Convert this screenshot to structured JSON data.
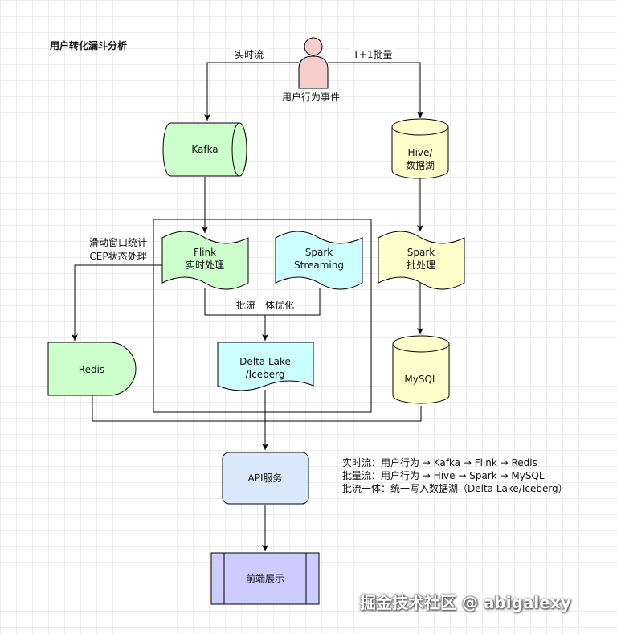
{
  "title": "用户转化漏斗分析",
  "nodes": {
    "user_event": "用户行为事件",
    "kafka": "Kafka",
    "hive_line1": "Hive/",
    "hive_line2": "数据湖",
    "flink_line1": "Flink",
    "flink_line2": "实时处理",
    "spark_streaming_line1": "Spark",
    "spark_streaming_line2": "Streaming",
    "spark_batch_line1": "Spark",
    "spark_batch_line2": "批处理",
    "delta_line1": "Delta Lake",
    "delta_line2": "/Iceberg",
    "redis": "Redis",
    "mysql": "MySQL",
    "api": "API服务",
    "frontend": "前端展示"
  },
  "edges": {
    "realtime_stream": "实时流",
    "batch_t1": "T+1批量",
    "sliding_window": "滑动窗口统计",
    "cep_state": "CEP状态处理",
    "unified": "批流一体优化"
  },
  "legend": [
    "实时流：用户行为 → Kafka → Flink → Redis",
    "批量流：用户行为 → Hive → Spark → MySQL",
    "批流一体：统一写入数据湖（Delta Lake/Iceberg）"
  ],
  "watermark": "掘金技术社区 @ abigalexy",
  "colors": {
    "green_fill": "#ccffcc",
    "yellow_fill": "#ffffcc",
    "cyan_fill": "#ccffff",
    "blue_fill": "#dae8fc",
    "purple_fill": "#ccccff",
    "person_fill": "#f8cecc",
    "stroke": "#000000"
  }
}
